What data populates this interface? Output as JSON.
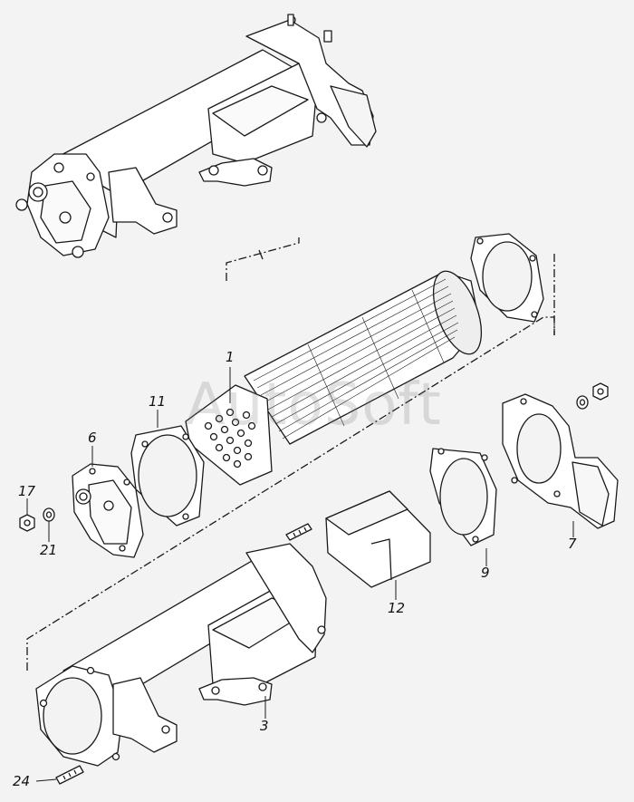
{
  "watermark": "AutoSoft",
  "callouts": {
    "c1": "1",
    "c3": "3",
    "c6": "6",
    "c7": "7",
    "c9": "9",
    "c11": "11",
    "c12": "12",
    "c17": "17",
    "c21": "21",
    "c24": "24"
  },
  "colors": {
    "line": "#1a1a1a",
    "fill": "#ffffff",
    "background": "#f3f3f3"
  }
}
